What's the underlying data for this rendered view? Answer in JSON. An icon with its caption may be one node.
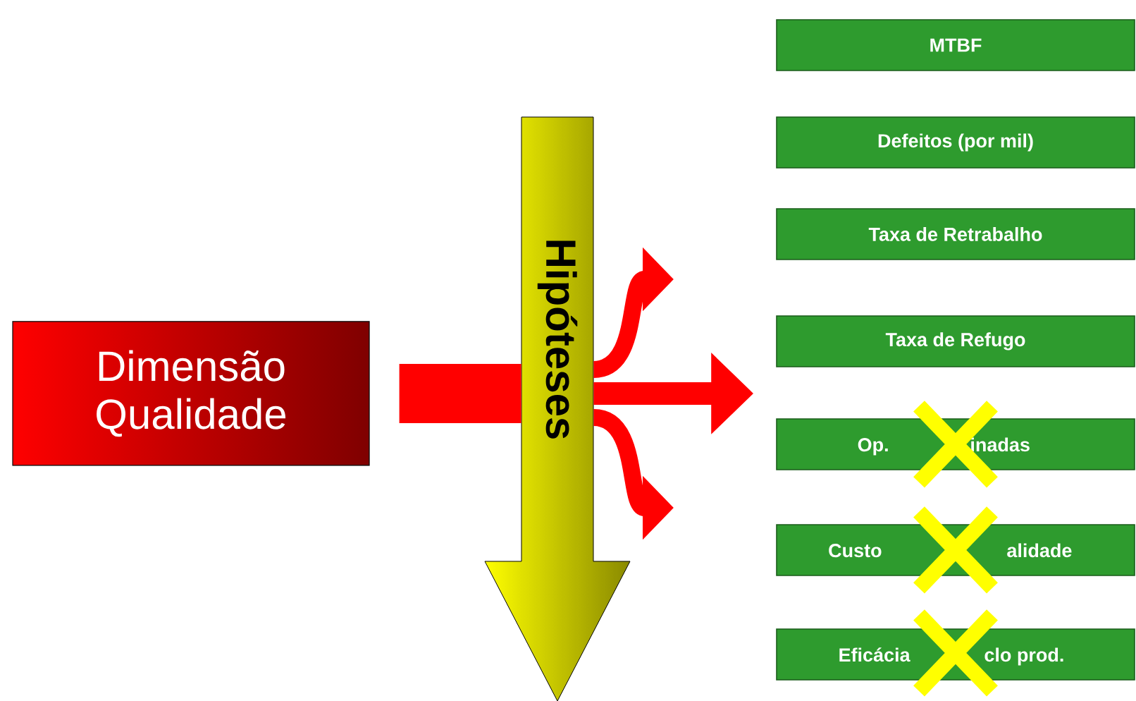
{
  "diagram": {
    "nodes": [
      {
        "text": [
          "Dimensão Qualidade"
        ]
      },
      {
        "text": [
          "Hipóteses"
        ]
      },
      {
        "text": [
          "MTBF"
        ]
      },
      {
        "text": [
          "Defeitos (por mil)"
        ]
      },
      {
        "text": [
          "Taxa de Retrabalho"
        ]
      },
      {
        "text": [
          "Taxa de Refugo"
        ]
      },
      {
        "text": [
          "Op.",
          "inadas"
        ]
      },
      {
        "text": [
          "Custo",
          "alidade"
        ]
      },
      {
        "text": [
          "Eficácia",
          "clo prod."
        ]
      }
    ],
    "edges": [
      {
        "from": 0,
        "to": 1,
        "arrow": "none",
        "style": "thick"
      },
      {
        "from": 1,
        "to": null,
        "arrow": "to"
      },
      {
        "from": 1,
        "to": 5,
        "arrow": "to"
      },
      {
        "from": 1,
        "to": null,
        "arrow": "to"
      }
    ]
  }
}
